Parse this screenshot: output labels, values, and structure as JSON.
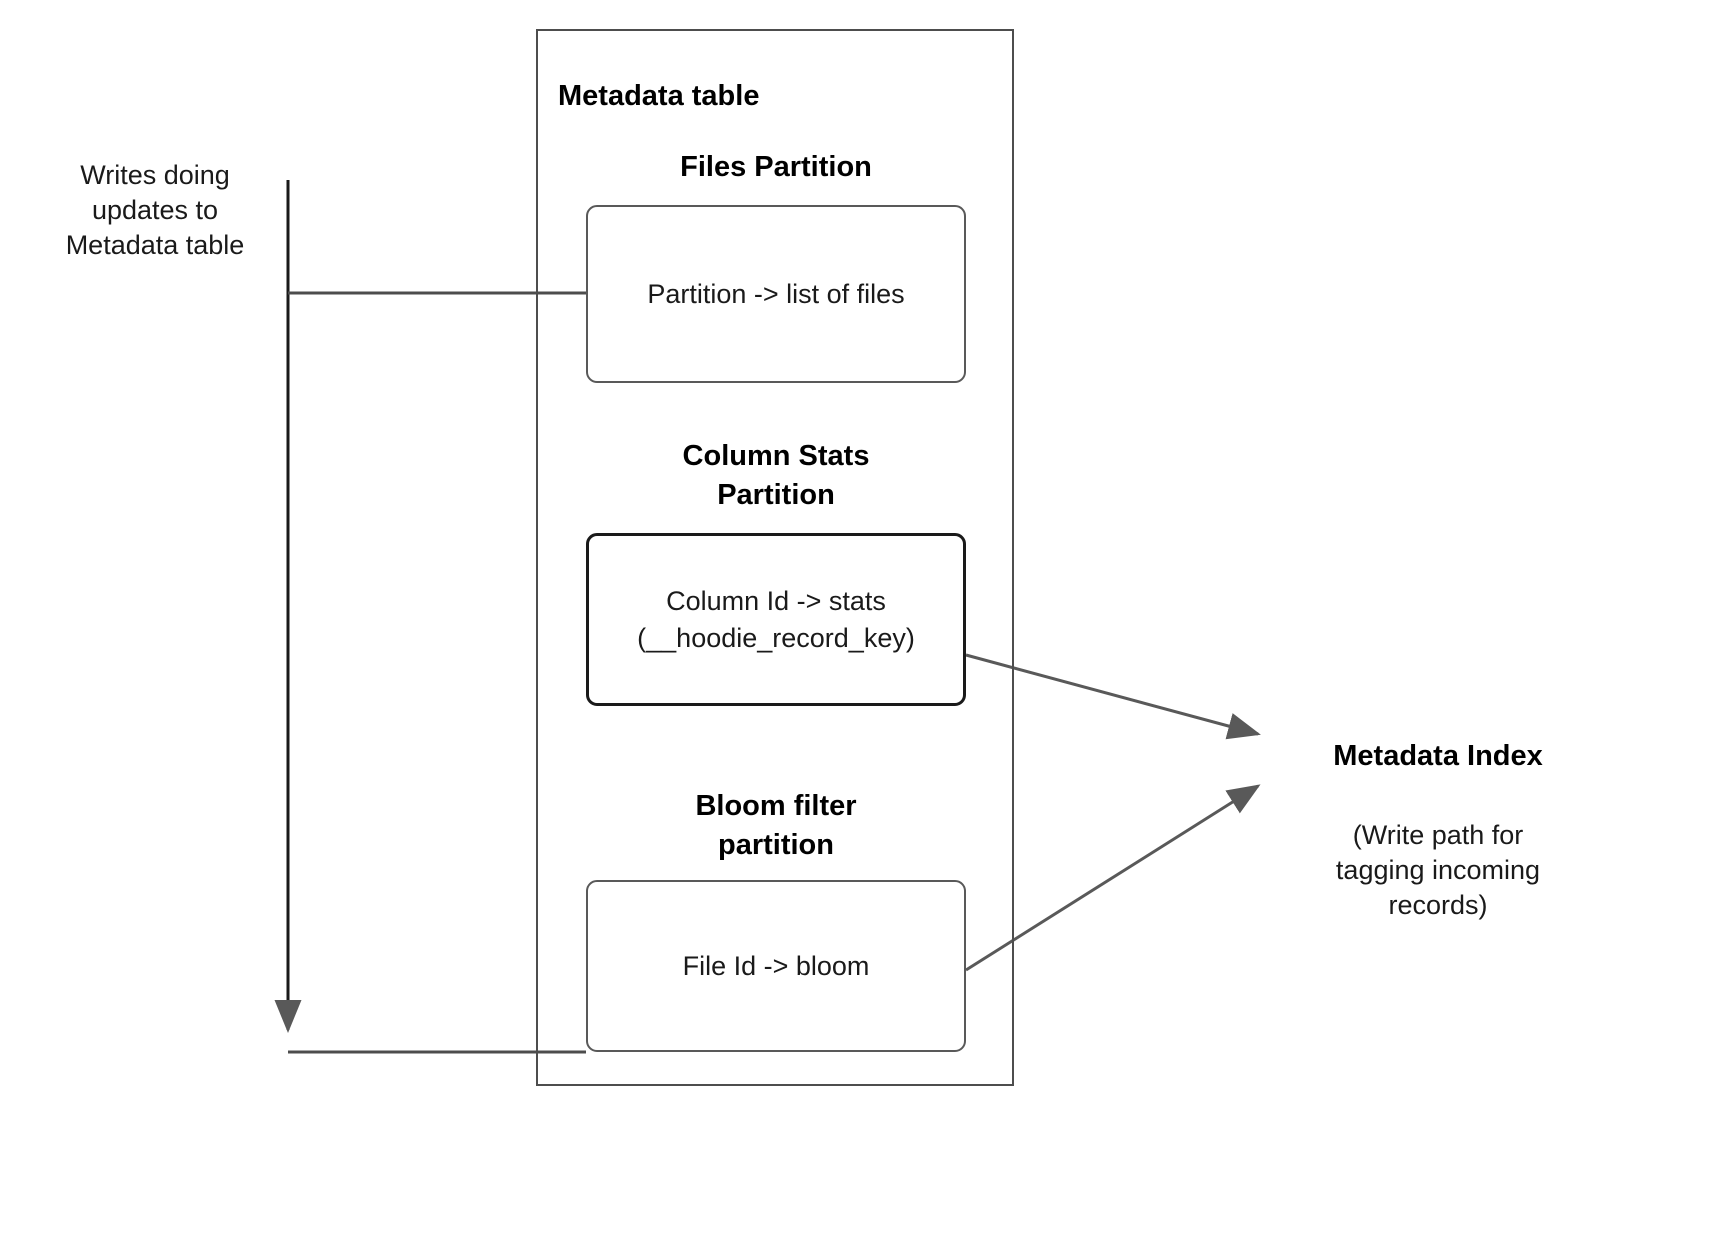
{
  "diagram": {
    "title_left_note": "Writes doing\nupdates to\nMetadata table",
    "metadata_table": {
      "title": "Metadata table",
      "partitions": [
        {
          "heading": "Files Partition",
          "box_text": "Partition -> list of files",
          "name": "files"
        },
        {
          "heading": "Column Stats\nPartition",
          "box_text": "Column Id  -> stats\n(__hoodie_record_key)",
          "name": "column-stats"
        },
        {
          "heading": "Bloom filter\npartition",
          "box_text": "File Id -> bloom",
          "name": "bloom-filter"
        }
      ]
    },
    "metadata_index": {
      "title": "Metadata Index",
      "caption": "(Write path for\ntagging incoming\nrecords)"
    },
    "colors": {
      "stroke": "#4d4d4d",
      "stroke_dark": "#1a1a1a",
      "box_stroke": "#595959",
      "arrow_fill": "#595959",
      "background": "#ffffff",
      "text": "#000000"
    }
  }
}
